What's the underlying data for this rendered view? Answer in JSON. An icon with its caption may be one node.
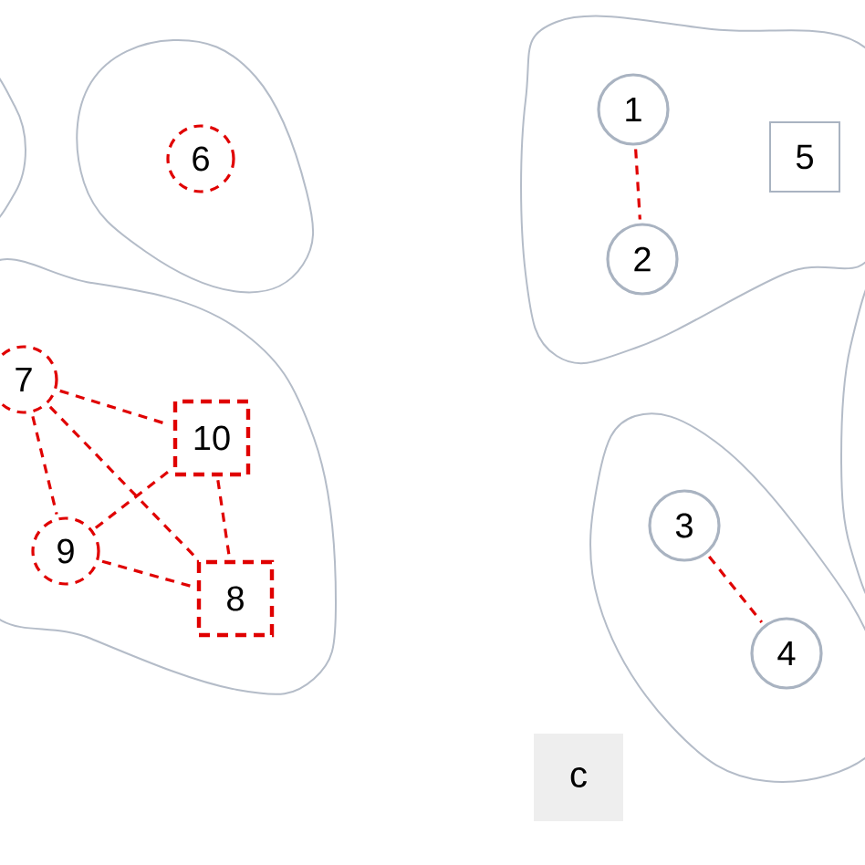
{
  "diagram": {
    "nodes": [
      {
        "text": [],
        "shape": "blob"
      },
      {
        "text": [],
        "shape": "blob"
      },
      {
        "text": [
          "6"
        ],
        "in": 1
      },
      {
        "text": [],
        "shape": "blob"
      },
      {
        "text": [
          "1"
        ],
        "in": 3
      },
      {
        "text": [
          "5"
        ],
        "in": 3
      },
      {
        "text": [
          "2"
        ],
        "in": 3
      },
      {
        "text": [],
        "shape": "blob"
      },
      {
        "text": [],
        "shape": "blob"
      },
      {
        "text": [
          "7"
        ],
        "in": 8
      },
      {
        "text": [
          "10"
        ],
        "in": 8
      },
      {
        "text": [
          "9"
        ],
        "in": 8
      },
      {
        "text": [
          "8"
        ],
        "in": 8
      },
      {
        "text": [],
        "shape": "blob"
      },
      {
        "text": [
          "3"
        ],
        "in": 13
      },
      {
        "text": [
          "4"
        ],
        "in": 13
      }
    ],
    "edges": [
      {
        "from": 4,
        "to": 6,
        "arrow": "none",
        "style": "dashed"
      },
      {
        "from": 9,
        "to": 10,
        "arrow": "none",
        "style": "dashed"
      },
      {
        "from": 9,
        "to": 11,
        "arrow": "none",
        "style": "dashed"
      },
      {
        "from": 9,
        "to": 12,
        "arrow": "none",
        "style": "dashed"
      },
      {
        "from": 11,
        "to": 10,
        "arrow": "none",
        "style": "dashed"
      },
      {
        "from": 11,
        "to": 12,
        "arrow": "none",
        "style": "dashed"
      },
      {
        "from": 10,
        "to": 12,
        "arrow": "none",
        "style": "dashed"
      },
      {
        "from": 14,
        "to": 15,
        "arrow": "none",
        "style": "dashed"
      }
    ],
    "labels": [
      "c"
    ]
  }
}
